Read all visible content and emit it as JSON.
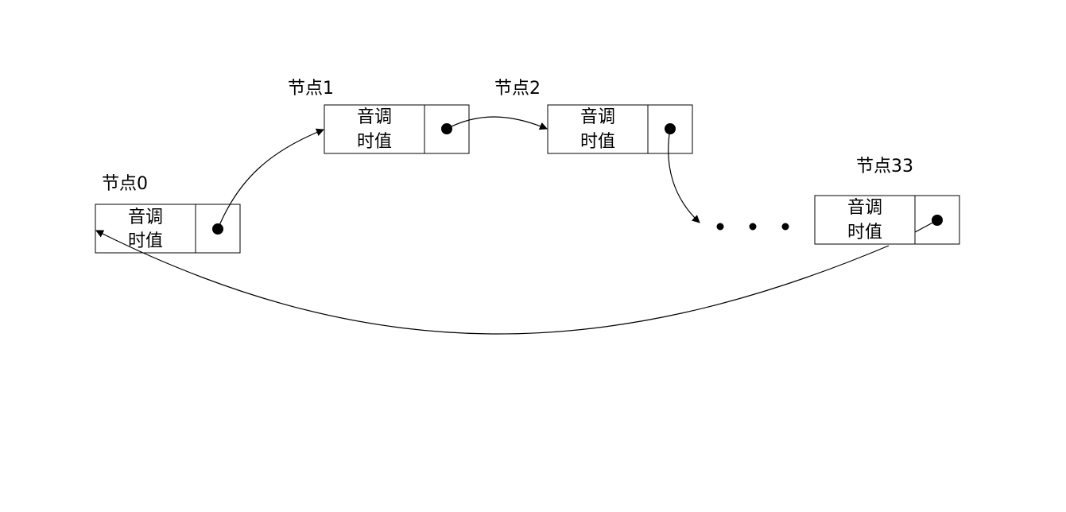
{
  "nodes": [
    {
      "label": "节点0",
      "field_line1": "音调",
      "field_line2": "时值"
    },
    {
      "label": "节点1",
      "field_line1": "音调",
      "field_line2": "时值"
    },
    {
      "label": "节点2",
      "field_line1": "音调",
      "field_line2": "时值"
    },
    {
      "label": "节点33",
      "field_line1": "音调",
      "field_line2": "时值"
    }
  ],
  "colors": {
    "stroke": "#000000",
    "background": "#ffffff"
  }
}
